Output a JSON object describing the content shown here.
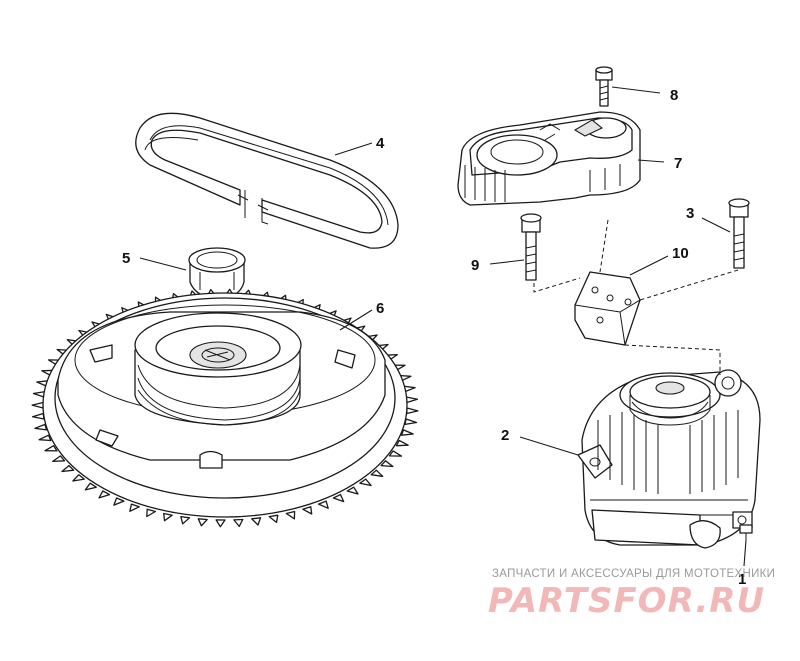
{
  "callouts": {
    "c1": "1",
    "c2": "2",
    "c3": "3",
    "c4": "4",
    "c5": "5",
    "c6": "6",
    "c7": "7",
    "c8": "8",
    "c9": "9",
    "c10": "10"
  },
  "watermark": {
    "tagline": "ЗАПЧАСТИ И АКСЕССУАРЫ ДЛЯ МОТОТЕХНИКИ",
    "logo": "PARTSFOR.RU",
    "logo_color": "#f2b8b8"
  }
}
